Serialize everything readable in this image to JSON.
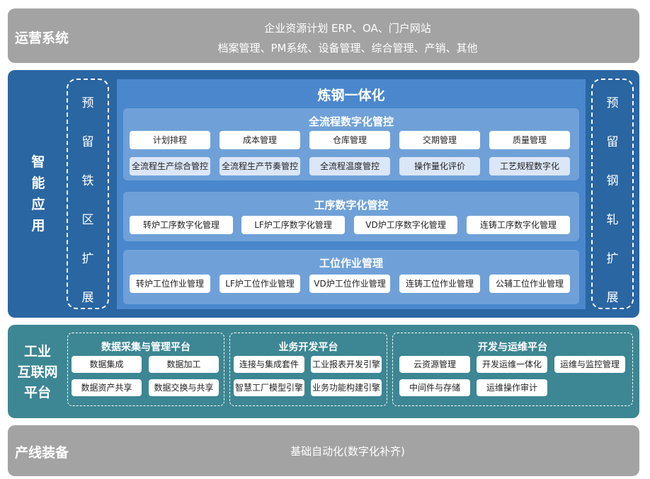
{
  "operations": {
    "title": "运营系统",
    "line1": "企业资源计划 ERP、OA、门户网站",
    "line2": "档案管理、PM系统、设备管理、综合管理、产销、其他"
  },
  "smart_app": {
    "title": "智能应用",
    "reserve_iron": [
      "预",
      "留",
      "铁",
      "区",
      "扩",
      "展"
    ],
    "reserve_rolling": [
      "预",
      "留",
      "钢",
      "轧",
      "扩",
      "展"
    ],
    "steelmaking": {
      "title": "炼钢一体化",
      "process_control": {
        "title": "全流程数字化管控",
        "row1": [
          "计划排程",
          "成本管理",
          "仓库管理",
          "交期管理",
          "质量管理"
        ],
        "row2": [
          "全流程生产综合管控",
          "全流程生产节奏管控",
          "全流程温度管控",
          "操作量化评价",
          "工艺规程数字化"
        ]
      },
      "procedure_control": {
        "title": "工序数字化管控",
        "items": [
          "转炉工序数字化管理",
          "LF炉工序数字化管理",
          "VD炉工序数字化管理",
          "连铸工序数字化管理"
        ]
      },
      "station_management": {
        "title": "工位作业管理",
        "items": [
          "转炉工位作业管理",
          "LF炉工位作业管理",
          "VD炉工位作业管理",
          "连铸工位作业管理",
          "公辅工位作业管理"
        ]
      }
    }
  },
  "industrial_internet": {
    "title": "工业互联网平台",
    "data_platform": {
      "title": "数据采集与管理平台",
      "items": [
        "数据集成",
        "数据加工",
        "数据资产共享",
        "数据交换与共享"
      ]
    },
    "business_platform": {
      "title": "业务开发平台",
      "items": [
        "连接与集成套件",
        "工业报表开发引擎",
        "智慧工厂模型引擎",
        "业务功能构建引擎"
      ]
    },
    "devops_platform": {
      "title": "开发与运维平台",
      "items": [
        "云资源管理",
        "开发运维一体化",
        "运维与监控管理",
        "中间件与存储",
        "运维操作审计"
      ]
    }
  },
  "production_equipment": {
    "title": "产线装备",
    "text": "基础自动化(数字化补齐)"
  }
}
